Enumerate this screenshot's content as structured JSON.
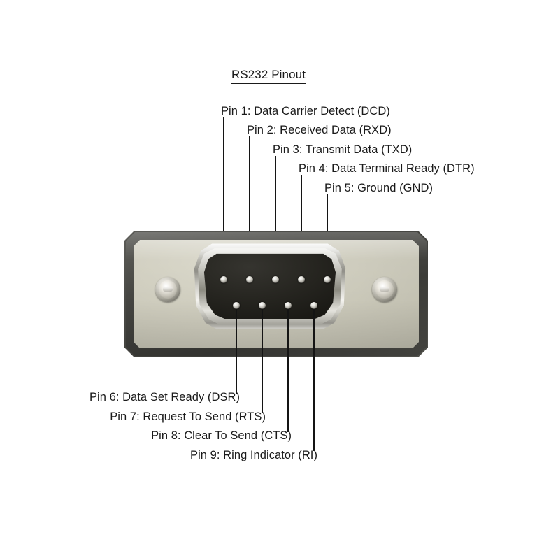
{
  "diagram": {
    "title": "RS232 Pinout",
    "connector_name": "db9-male-connector",
    "colors": {
      "background": "#ffffff",
      "text": "#1a1a1a",
      "leader_line": "#141414",
      "flange": "#4a4a46",
      "faceplate": "#cbc9ba",
      "shroud_chrome": "#e9e9e6",
      "insulator": "#171612",
      "pin": "#e4e3dd"
    }
  },
  "top_labels": [
    {
      "pin": 1,
      "text": "Pin 1: Data Carrier Detect (DCD)"
    },
    {
      "pin": 2,
      "text": "Pin 2: Received Data (RXD)"
    },
    {
      "pin": 3,
      "text": "Pin 3: Transmit Data (TXD)"
    },
    {
      "pin": 4,
      "text": "Pin 4: Data Terminal Ready (DTR)"
    },
    {
      "pin": 5,
      "text": "Pin 5: Ground (GND)"
    }
  ],
  "bottom_labels": [
    {
      "pin": 6,
      "text": "Pin 6: Data Set Ready (DSR)"
    },
    {
      "pin": 7,
      "text": "Pin 7: Request To Send (RTS)"
    },
    {
      "pin": 8,
      "text": "Pin 8: Clear To Send (CTS)"
    },
    {
      "pin": 9,
      "text": "Pin 9: Ring Indicator (RI)"
    }
  ],
  "pins": {
    "top_row_count": 5,
    "bottom_row_count": 4,
    "total": 9
  }
}
